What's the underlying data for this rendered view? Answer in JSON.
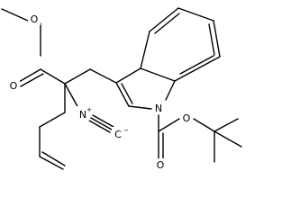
{
  "molecule": {
    "atoms": {
      "ester_methyl_O": "O",
      "ester_carbonyl_O": "O",
      "indole_N": "N",
      "isocyanide_N": "N",
      "isocyanide_N_charge": "+",
      "isocyanide_C": "C",
      "isocyanide_C_charge": "−",
      "boc_ester_O": "O",
      "boc_carbonyl_O": "O"
    },
    "line_color": "#000000",
    "background": "#ffffff"
  }
}
